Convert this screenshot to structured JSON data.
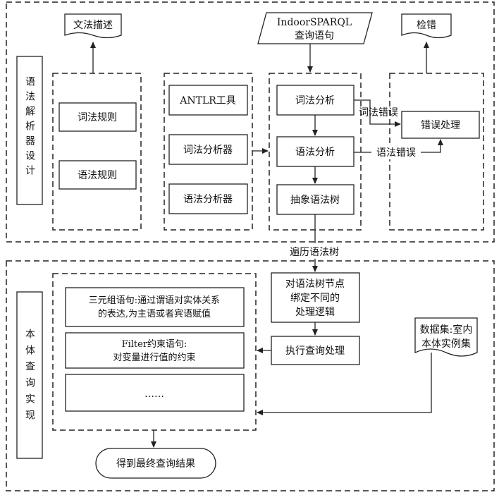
{
  "sections": {
    "parser_design": "语法解析器设计",
    "ontology_query": "本体查询实现"
  },
  "docs": {
    "grammar_description": "文法描述",
    "query_statement_line1": "IndoorSPARQL",
    "query_statement_line2": "查询语句",
    "error_check": "检错"
  },
  "rules": {
    "lexical_rules": "词法规则",
    "syntax_rules": "语法规则"
  },
  "tools": {
    "antlr_tool": "ANTLR工具",
    "lexer": "词法分析器",
    "parser": "语法分析器"
  },
  "analysis": {
    "lexical_analysis": "词法分析",
    "syntax_analysis": "语法分析",
    "ast": "抽象语法树"
  },
  "errors": {
    "lexical_error": "词法错误",
    "syntax_error": "语法错误",
    "error_handling": "错误处理"
  },
  "traverse_label": "遍历语法树",
  "processing": {
    "bind_logic_line1": "对语法树节点",
    "bind_logic_line2": "绑定不同的",
    "bind_logic_line3": "处理逻辑",
    "execute_query": "执行查询处理"
  },
  "dataset": {
    "line1": "数据集:室内",
    "line2": "本体实例集"
  },
  "statements": {
    "triple_line1": "三元组语句:通过谓语对实体关系",
    "triple_line2": "的表达,为主语或者宾语赋值",
    "filter_line1": "Filter约束语句:",
    "filter_line2": "对变量进行值的约束",
    "ellipsis": "……"
  },
  "final_result": "得到最终查询结果"
}
